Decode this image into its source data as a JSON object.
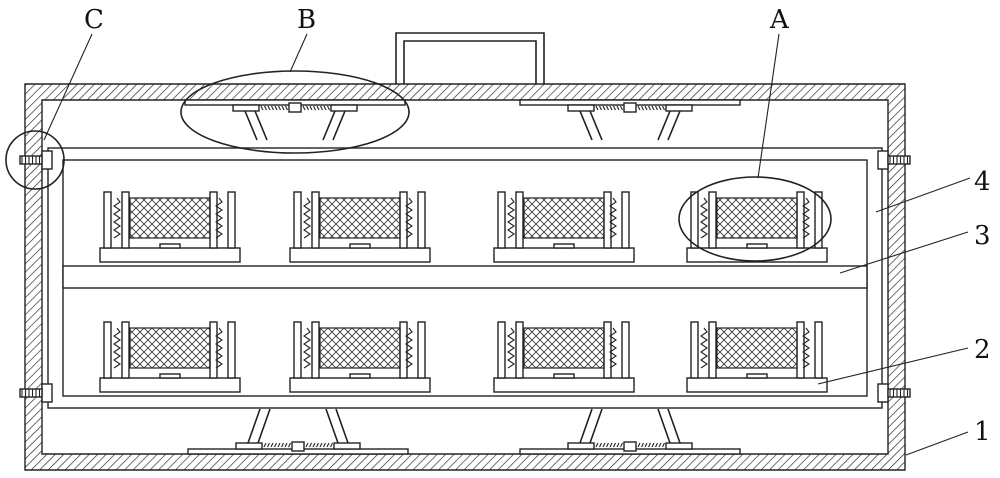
{
  "figure": {
    "labels": [
      "A",
      "B",
      "C",
      "1",
      "2",
      "3",
      "4"
    ]
  },
  "colors": {
    "line": "#222222",
    "background": "#ffffff"
  }
}
